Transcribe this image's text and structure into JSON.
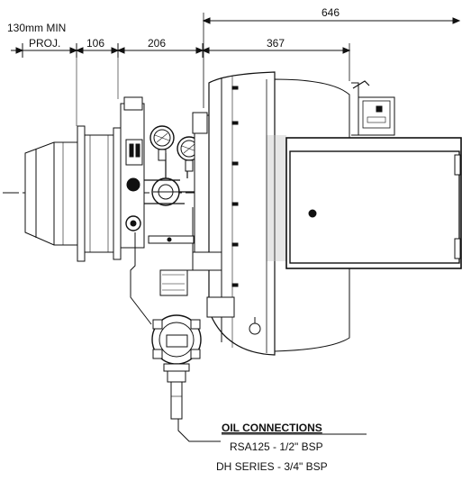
{
  "dimensions": {
    "min_proj": "130mm MIN",
    "proj": "PROJ.",
    "d106": "106",
    "d206": "206",
    "d367": "367",
    "d646": "646"
  },
  "legend": {
    "title": "OIL CONNECTIONS",
    "line1": "RSA125 - 1/2\" BSP",
    "line2": "DH SERIES - 3/4\" BSP"
  },
  "colors": {
    "ink": "#111111",
    "paper": "#ffffff",
    "shade": "#e6e6e6"
  }
}
